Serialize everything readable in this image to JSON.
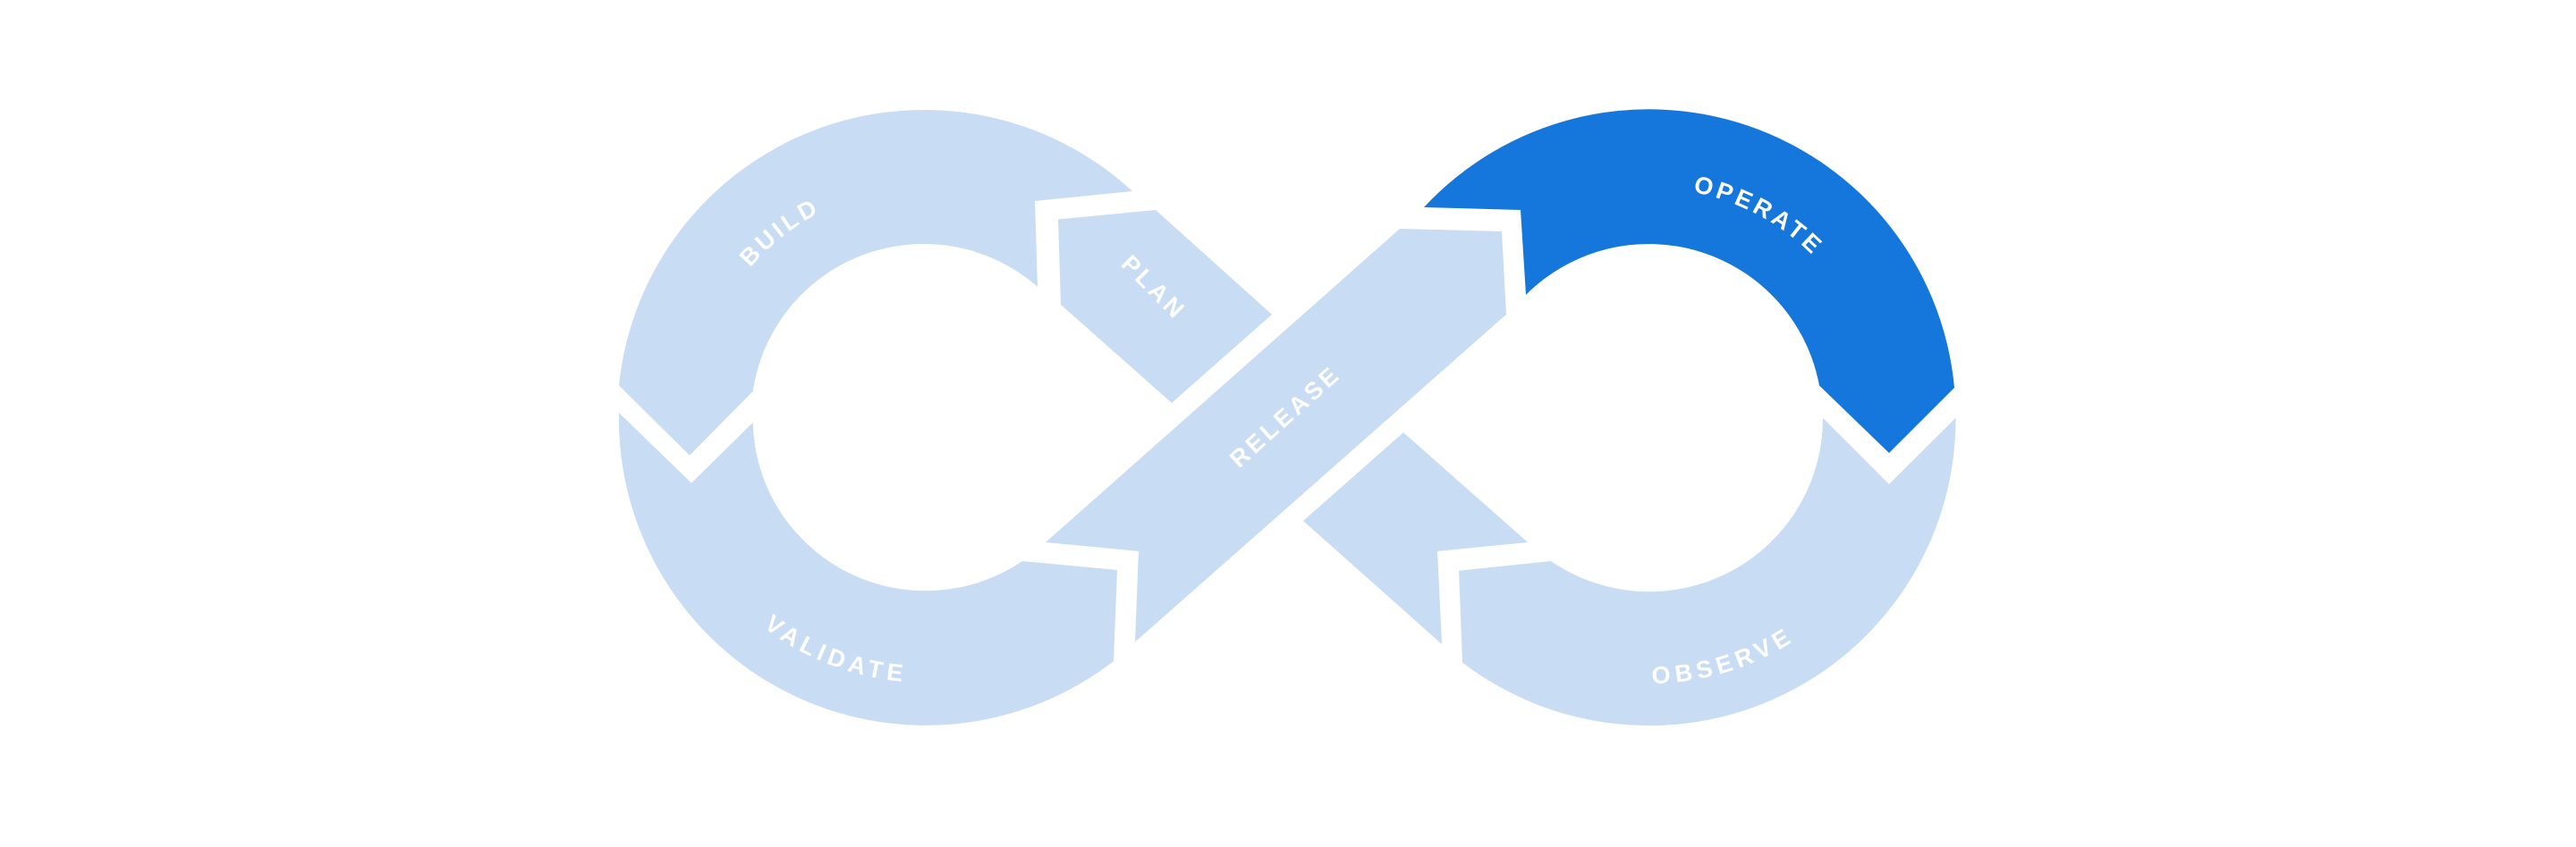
{
  "diagram": {
    "stages": [
      {
        "id": "build",
        "label": "BUILD",
        "active": false
      },
      {
        "id": "plan",
        "label": "PLAN",
        "active": false
      },
      {
        "id": "release",
        "label": "RELEASE",
        "active": false
      },
      {
        "id": "operate",
        "label": "OPERATE",
        "active": true
      },
      {
        "id": "observe",
        "label": "OBSERVE",
        "active": false
      },
      {
        "id": "validate",
        "label": "VALIDATE",
        "active": false
      }
    ],
    "colors": {
      "segment": "#C8DCF4",
      "active_segment": "#1576DB",
      "label": "#FFFFFF",
      "background": "#FFFFFF"
    }
  }
}
